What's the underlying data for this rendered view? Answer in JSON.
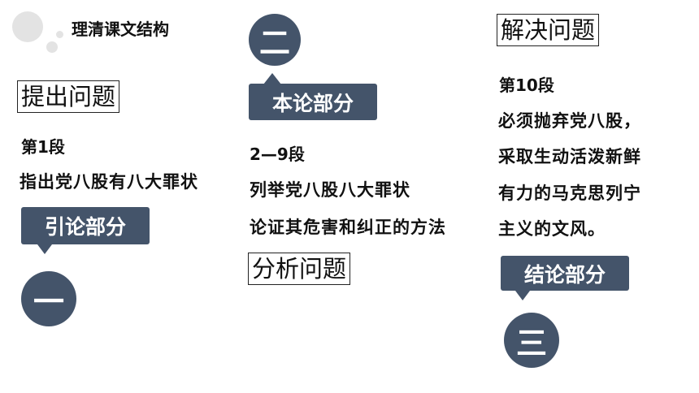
{
  "header": {
    "title": "理清课文结构"
  },
  "colors": {
    "accent": "#44546a",
    "decor": "#e3e3e3"
  },
  "col1": {
    "heading": "提出问题",
    "para": "第1段",
    "desc": "指出党八股有八大罪状",
    "callout": "引论部分",
    "number": "一"
  },
  "col2": {
    "number": "二",
    "callout": "本论部分",
    "para": "2—9段",
    "line1": "列举党八股八大罪状",
    "line2": "论证其危害和纠正的方法",
    "heading": "分析问题"
  },
  "col3": {
    "heading": "解决问题",
    "para": "第10段",
    "line1": "必须抛弃党八股，",
    "line2": "采取生动活泼新鲜",
    "line3": "有力的马克思列宁",
    "line4": "主义的文风。",
    "callout": "结论部分",
    "number": "三"
  }
}
